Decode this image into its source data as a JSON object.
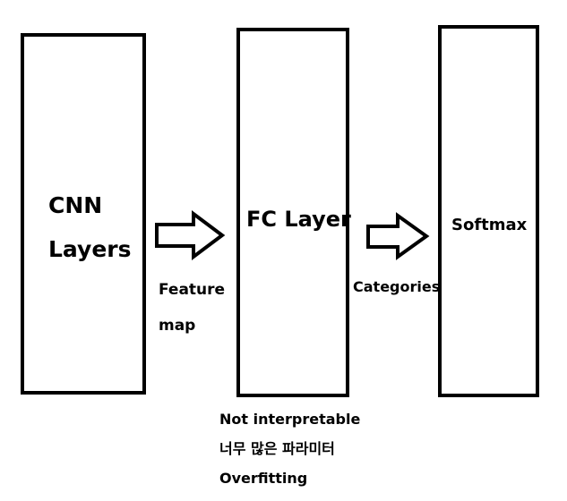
{
  "cnn_box": {
    "lines": [
      "CNN",
      "Layers"
    ]
  },
  "fc_box": {
    "label": "FC Layer"
  },
  "softmax_box": {
    "label": "Softmax"
  },
  "arrow_cnn_to_fc": {
    "lines": [
      "Feature",
      "map"
    ]
  },
  "arrow_fc_to_softmax": {
    "label": "Categories"
  },
  "fc_notes": [
    "Not interpretable",
    "너무 많은 파라미터",
    "Overfitting"
  ]
}
